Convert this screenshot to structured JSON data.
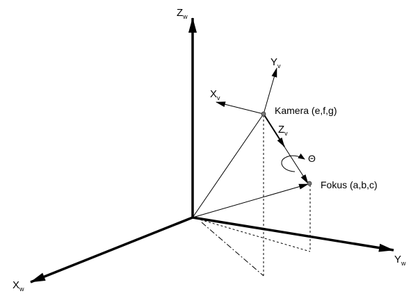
{
  "world_axes": {
    "z": {
      "main": "Z",
      "sub": "w"
    },
    "x": {
      "main": "X",
      "sub": "w"
    },
    "y": {
      "main": "Y",
      "sub": "w"
    }
  },
  "view_axes": {
    "x": {
      "main": "X",
      "sub": "v"
    },
    "y": {
      "main": "Y",
      "sub": "v"
    },
    "z": {
      "main": "Z",
      "sub": "v"
    }
  },
  "camera_label": "Kamera (e,f,g)",
  "focus_label": "Fokus (a,b,c)",
  "rotation_label": "Θ"
}
